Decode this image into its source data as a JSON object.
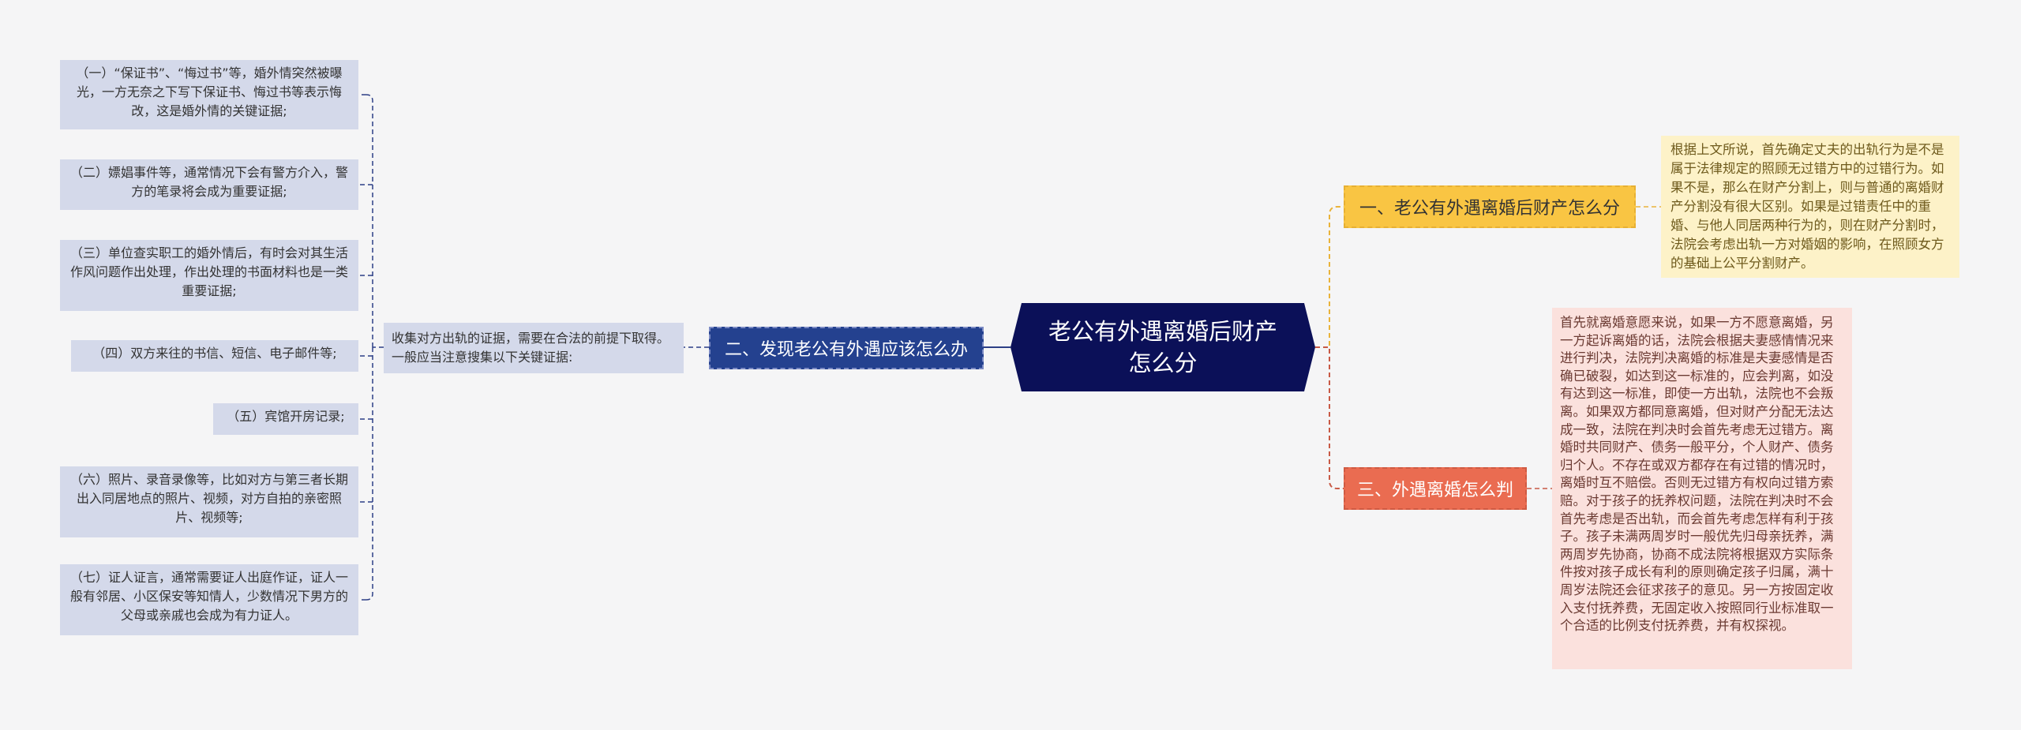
{
  "root": {
    "title": "老公有外遇离婚后财产怎么分"
  },
  "branches": {
    "left": {
      "label": "二、发现老公有外遇应该怎么办"
    },
    "right_top": {
      "label": "一、老公有外遇离婚后财产怎么分"
    },
    "right_bottom": {
      "label": "三、外遇离婚怎么判"
    }
  },
  "left_detail": {
    "intro": "收集对方出轨的证据，需要在合法的前提下取得。一般应当注意搜集以下关键证据:",
    "evidence": [
      "（一）“保证书”、“悔过书”等，婚外情突然被曝光，一方无奈之下写下保证书、悔过书等表示悔改，这是婚外情的关键证据;",
      "（二）嫖娼事件等，通常情况下会有警方介入，警方的笔录将会成为重要证据;",
      "（三）单位查实职工的婚外情后，有时会对其生活作风问题作出处理，作出处理的书面材料也是一类重要证据;",
      "（四）双方来往的书信、短信、电子邮件等;",
      "（五）宾馆开房记录;",
      "（六）照片、录音录像等，比如对方与第三者长期出入同居地点的照片、视频，对方自拍的亲密照片、视频等;",
      "（七）证人证言，通常需要证人出庭作证，证人一般有邻居、小区保安等知情人，少数情况下男方的父母或亲戚也会成为有力证人。"
    ]
  },
  "right_top_detail": {
    "text": "根据上文所说，首先确定丈夫的出轨行为是不是属于法律规定的照顾无过错方中的过错行为。如果不是，那么在财产分割上，则与普通的离婚财产分割没有很大区别。如果是过错责任中的重婚、与他人同居两种行为的，则在财产分割时，法院会考虑出轨一方对婚姻的影响，在照顾女方的基础上公平分割财产。"
  },
  "right_bottom_detail": {
    "text": "首先就离婚意愿来说，如果一方不愿意离婚，另一方起诉离婚的话，法院会根据夫妻感情情况来进行判决，法院判决离婚的标准是夫妻感情是否确已破裂，如达到这一标准的，应会判离，如没有达到这一标准，即使一方出轨，法院也不会叛离。如果双方都同意离婚，但对财产分配无法达成一致，法院在判决时会首先考虑无过错方。离婚时共同财产、债务一般平分，个人财产、债务归个人。不存在或双方都存在有过错的情况时，离婚时互不赔偿。否则无过错方有权向过错方索赔。对于孩子的抚养权问题，法院在判决时不会首先考虑是否出轨，而会首先考虑怎样有利于孩子。孩子未满两周岁时一般优先归母亲抚养，满两周岁先协商，协商不成法院将根据双方实际条件按对孩子成长有利的原则确定孩子归属，满十周岁法院还会征求孩子的意见。另一方按固定收入支付抚养费，无固定收入按照同行业标准取一个合适的比例支付抚养费，并有权探视。"
  },
  "colors": {
    "root": "#0b1058",
    "left_branch": "#24418f",
    "evidence_bg": "#d4d9ea",
    "yellow_branch": "#f9c543",
    "yellow_text_bg": "#fdf2c8",
    "red_branch": "#ea6c51",
    "red_text_bg": "#fbe1dd",
    "background": "#f5f5f6"
  }
}
